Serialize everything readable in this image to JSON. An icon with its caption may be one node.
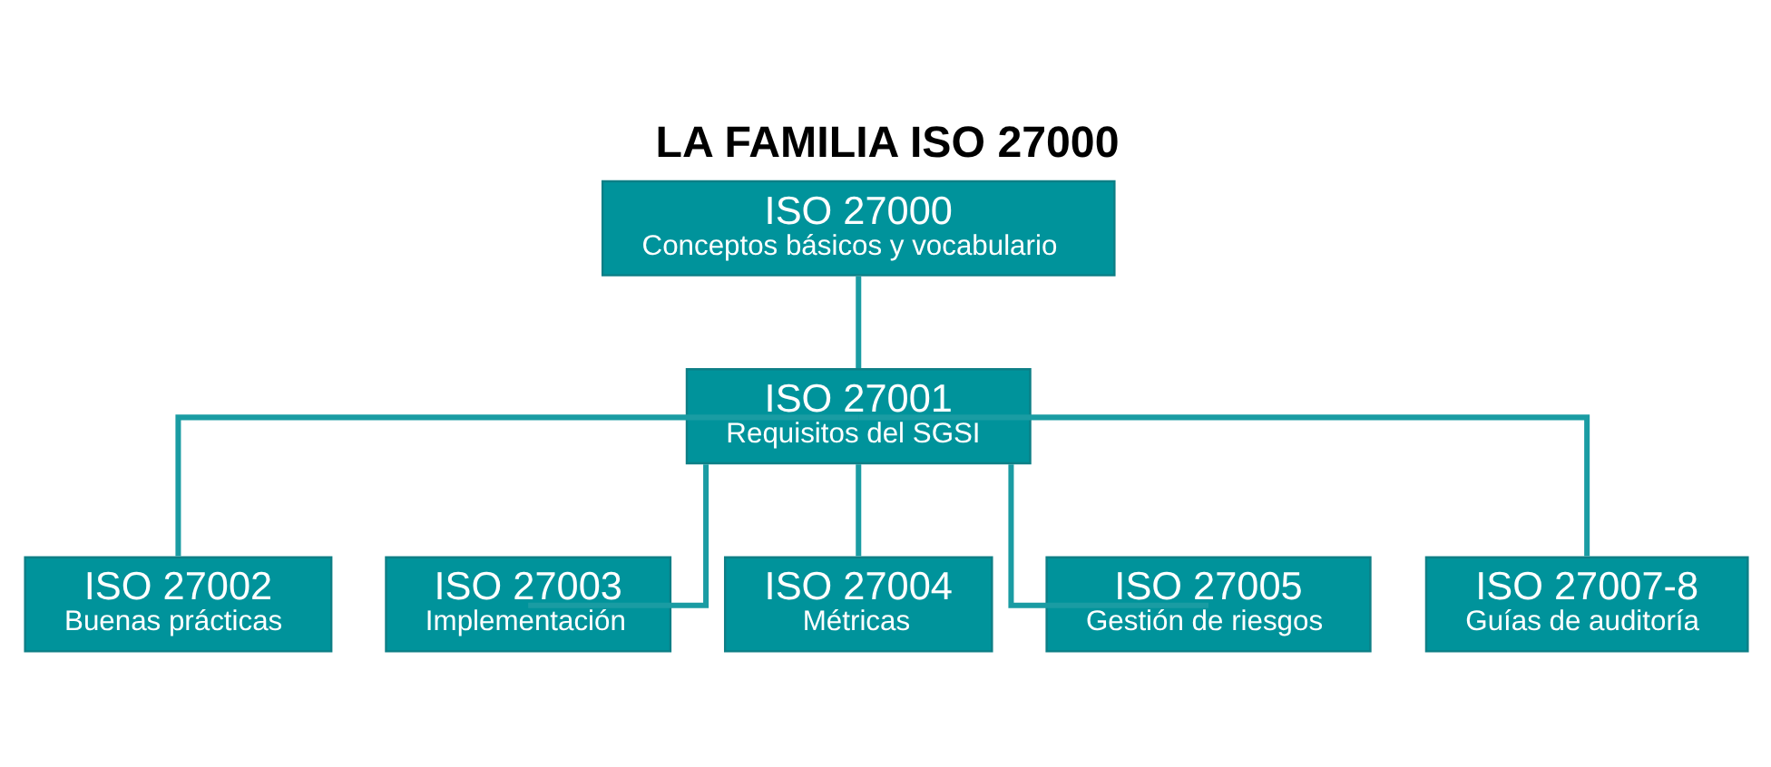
{
  "diagram": {
    "title": "LA FAMILIA ISO 27000",
    "nodes": [
      {
        "text": [
          "ISO 27000",
          "Conceptos básicos y vocabulario"
        ]
      },
      {
        "text": [
          "ISO 27001",
          "Requisitos del SGSI"
        ]
      },
      {
        "text": [
          "ISO 27002",
          "Buenas prácticas"
        ]
      },
      {
        "text": [
          "ISO 27003",
          "Implementación"
        ]
      },
      {
        "text": [
          "ISO 27004",
          "Métricas"
        ]
      },
      {
        "text": [
          "ISO 27005",
          "Gestión de riesgos"
        ]
      },
      {
        "text": [
          "ISO 27007-8",
          "Guías de auditoría"
        ]
      }
    ],
    "edges": [
      {
        "from": 0,
        "to": 1,
        "arrow": "none"
      },
      {
        "from": 1,
        "to": 2,
        "arrow": "none"
      },
      {
        "from": 1,
        "to": 3,
        "arrow": "none"
      },
      {
        "from": 1,
        "to": 4,
        "arrow": "none"
      },
      {
        "from": 1,
        "to": 5,
        "arrow": "none"
      },
      {
        "from": 1,
        "to": 6,
        "arrow": "none"
      }
    ]
  }
}
